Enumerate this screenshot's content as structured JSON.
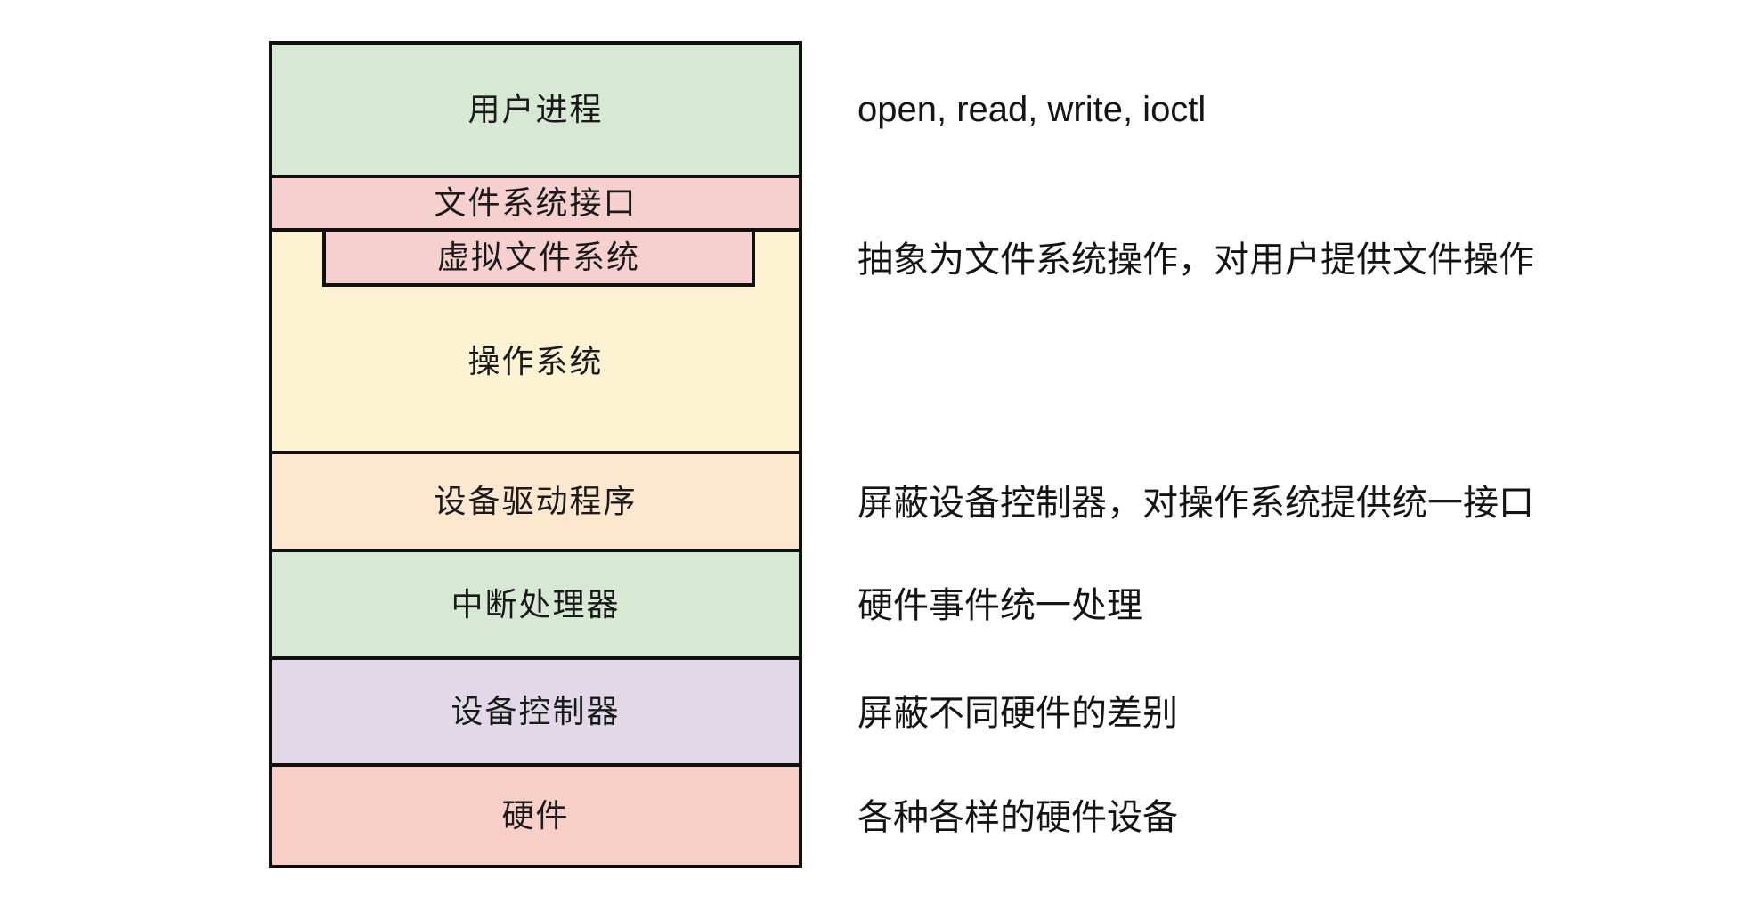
{
  "colors": {
    "green": "#d7e8d4",
    "pink": "#f6d0ce",
    "yellow": "#fdf2d2",
    "orange": "#fde7cf",
    "purple": "#e2d8e7",
    "salmon": "#f8cfc7",
    "border": "#101010",
    "text": "#1a1a1a",
    "background": "#ffffff"
  },
  "diagram": {
    "layers": [
      {
        "id": "user-process",
        "label": "用户进程",
        "color": "#d7e8d4"
      },
      {
        "id": "fs-interface",
        "label": "文件系统接口",
        "color": "#f6d0ce"
      },
      {
        "id": "operating-system",
        "label": "操作系统",
        "color": "#fdf2d2",
        "inner": {
          "id": "vfs",
          "label": "虚拟文件系统",
          "color": "#f6d0ce"
        }
      },
      {
        "id": "device-driver",
        "label": "设备驱动程序",
        "color": "#fde7cf"
      },
      {
        "id": "interrupt-handler",
        "label": "中断处理器",
        "color": "#d7e8d4"
      },
      {
        "id": "device-controller",
        "label": "设备控制器",
        "color": "#e2d8e7"
      },
      {
        "id": "hardware",
        "label": "硬件",
        "color": "#f8cfc7"
      }
    ]
  },
  "annotations": [
    {
      "for": "user-process",
      "text": "open, read, write, ioctl"
    },
    {
      "for": "vfs",
      "text": "抽象为文件系统操作，对用户提供文件操作"
    },
    {
      "for": "device-driver",
      "text": "屏蔽设备控制器，对操作系统提供统一接口"
    },
    {
      "for": "interrupt-handler",
      "text": "硬件事件统一处理"
    },
    {
      "for": "device-controller",
      "text": "屏蔽不同硬件的差别"
    },
    {
      "for": "hardware",
      "text": "各种各样的硬件设备"
    }
  ]
}
